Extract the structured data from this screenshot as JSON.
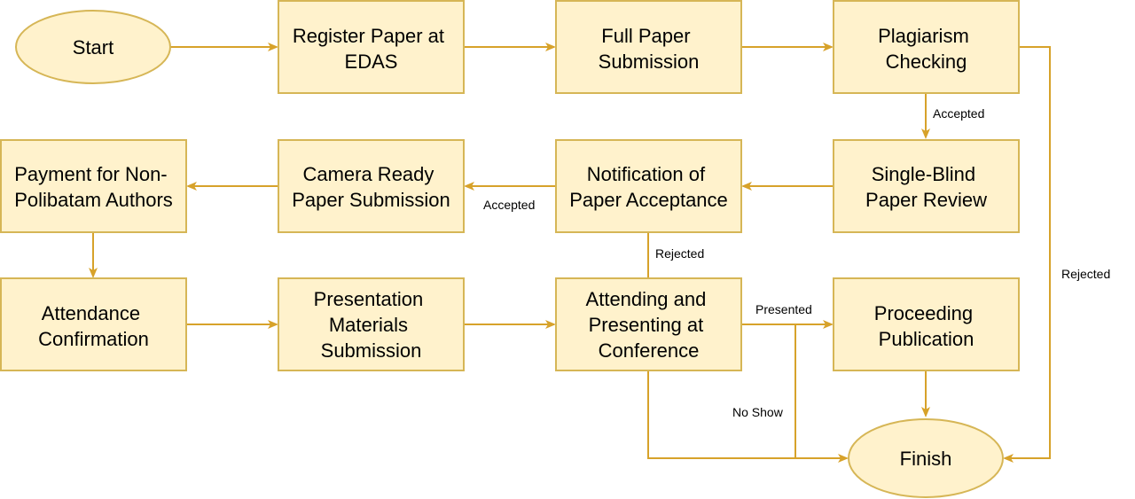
{
  "colors": {
    "node_fill": "#fff2cc",
    "node_stroke": "#d6b656",
    "edge": "#d7a22a",
    "text": "#000000"
  },
  "nodes": {
    "start": "Start",
    "register": [
      "Register Paper at",
      "EDAS"
    ],
    "full_paper": [
      "Full Paper",
      "Submission"
    ],
    "plagiarism": [
      "Plagiarism",
      "Checking"
    ],
    "review": [
      "Single-Blind",
      "Paper Review"
    ],
    "notification": [
      "Notification of",
      "Paper Acceptance"
    ],
    "camera_ready": [
      "Camera Ready",
      "Paper Submission"
    ],
    "payment": [
      "Payment for Non-",
      "Polibatam Authors"
    ],
    "attendance": [
      "Attendance",
      "Confirmation"
    ],
    "presentation_materials": [
      "Presentation",
      "Materials",
      "Submission"
    ],
    "attending": [
      "Attending and",
      "Presenting at",
      "Conference"
    ],
    "proceeding": [
      "Proceeding",
      "Publication"
    ],
    "finish": "Finish"
  },
  "edge_labels": {
    "plagiarism_accepted": "Accepted",
    "plagiarism_rejected": "Rejected",
    "notification_accepted": "Accepted",
    "notification_rejected": "Rejected",
    "presented": "Presented",
    "no_show": "No Show"
  }
}
